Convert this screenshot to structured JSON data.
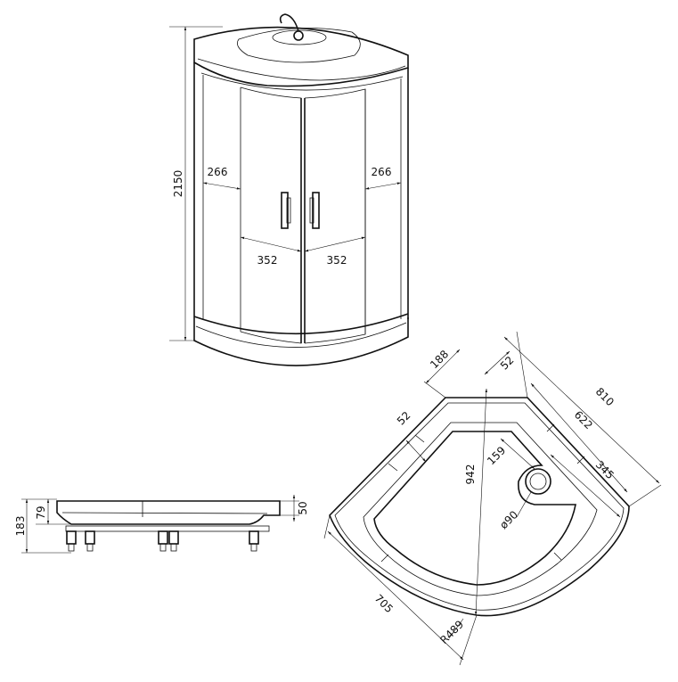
{
  "front_view": {
    "height": "2150",
    "left_panel_width": "266",
    "right_panel_width": "266",
    "left_door_width": "352",
    "right_door_width": "352"
  },
  "side_view": {
    "total_height": "183",
    "tray_height": "79",
    "tray_lip": "50"
  },
  "plan_view": {
    "side_length": "810",
    "inner_side": "622",
    "drain_offset": "345",
    "top_edge": "188",
    "top_rim": "52",
    "left_rim": "52",
    "drain_distance": "159",
    "diagonal": "942",
    "drain_diameter": "ø90",
    "front_width": "705",
    "radius": "R489"
  }
}
